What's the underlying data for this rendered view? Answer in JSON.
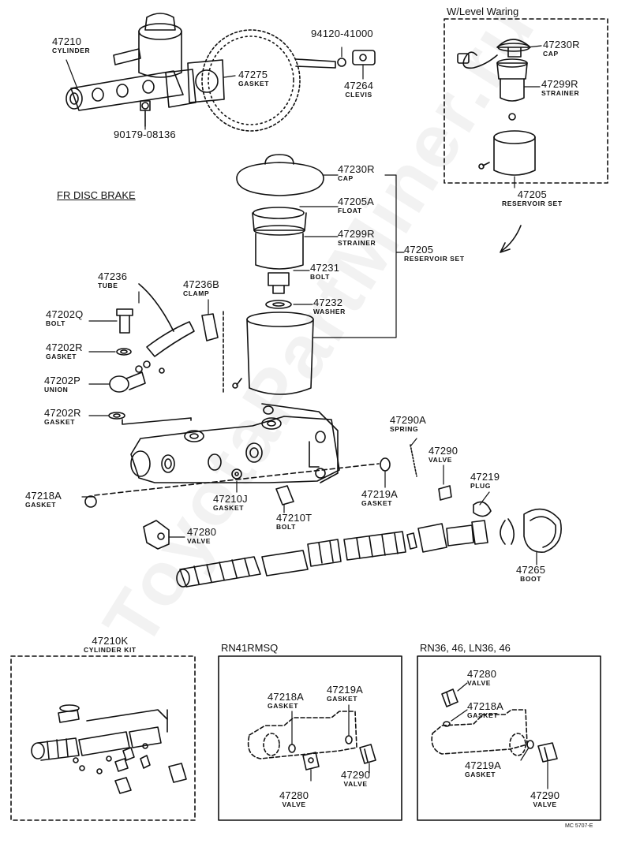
{
  "diagram": {
    "titles": {
      "level_warning": "W/Level Waring",
      "fr_disc_brake": "FR DISC BRAKE",
      "rn41": "RN41RMSQ",
      "rn36": "RN36, 46, LN36, 46"
    },
    "watermark": "ToyotaPartMiner.ru",
    "footer_code": "MC 5707-E",
    "parts": {
      "cylinder_top": {
        "pn": "47210",
        "name": "CYLINDER"
      },
      "gasket_47275": {
        "pn": "47275",
        "name": "GASKET"
      },
      "pn_94120": {
        "pn": "94120-41000"
      },
      "clevis": {
        "pn": "47264",
        "name": "CLEVIS"
      },
      "pn_90179": {
        "pn": "90179-08136"
      },
      "lw_cap": {
        "pn": "47230R",
        "name": "CAP"
      },
      "lw_strainer": {
        "pn": "47299R",
        "name": "STRAINER"
      },
      "lw_reservoir": {
        "pn": "47205",
        "name": "RESERVOIR SET"
      },
      "cap": {
        "pn": "47230R",
        "name": "CAP"
      },
      "float": {
        "pn": "47205A",
        "name": "FLOAT"
      },
      "strainer": {
        "pn": "47299R",
        "name": "STRAINER"
      },
      "reservoir": {
        "pn": "47205",
        "name": "RESERVOIR SET"
      },
      "bolt_47231": {
        "pn": "47231",
        "name": "BOLT"
      },
      "washer": {
        "pn": "47232",
        "name": "WASHER"
      },
      "tube": {
        "pn": "47236",
        "name": "TUBE"
      },
      "clamp": {
        "pn": "47236B",
        "name": "CLAMP"
      },
      "bolt_47202q": {
        "pn": "47202Q",
        "name": "BOLT"
      },
      "gasket_47202r_a": {
        "pn": "47202R",
        "name": "GASKET"
      },
      "union": {
        "pn": "47202P",
        "name": "UNION"
      },
      "gasket_47202r_b": {
        "pn": "47202R",
        "name": "GASKET"
      },
      "spring": {
        "pn": "47290A",
        "name": "SPRING"
      },
      "valve_47290": {
        "pn": "47290",
        "name": "VALVE"
      },
      "plug": {
        "pn": "47219",
        "name": "PLUG"
      },
      "gasket_47218a": {
        "pn": "47218A",
        "name": "GASKET"
      },
      "gasket_47210j": {
        "pn": "47210J",
        "name": "GASKET"
      },
      "gasket_47219a": {
        "pn": "47219A",
        "name": "GASKET"
      },
      "bolt_47210t": {
        "pn": "47210T",
        "name": "BOLT"
      },
      "valve_47280": {
        "pn": "47280",
        "name": "VALVE"
      },
      "boot": {
        "pn": "47265",
        "name": "BOOT"
      },
      "cylinder_kit": {
        "pn": "47210K",
        "name": "CYLINDER KIT"
      },
      "rn41_47218a": {
        "pn": "47218A",
        "name": "GASKET"
      },
      "rn41_47219a": {
        "pn": "47219A",
        "name": "GASKET"
      },
      "rn41_47280": {
        "pn": "47280",
        "name": "VALVE"
      },
      "rn41_47290": {
        "pn": "47290",
        "name": "VALVE"
      },
      "rn36_47280": {
        "pn": "47280",
        "name": "VALVE"
      },
      "rn36_47218a": {
        "pn": "47218A",
        "name": "GASKET"
      },
      "rn36_47219a": {
        "pn": "47219A",
        "name": "GASKET"
      },
      "rn36_47290": {
        "pn": "47290",
        "name": "VALVE"
      }
    }
  }
}
